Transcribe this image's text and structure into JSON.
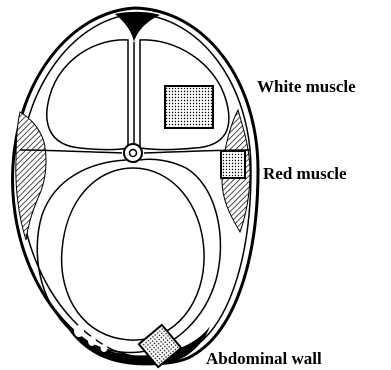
{
  "labels": {
    "white_muscle": "White muscle",
    "red_muscle": "Red muscle",
    "abdominal_wall": "Abdominal wall"
  },
  "colors": {
    "ink": "#000000",
    "background": "#ffffff",
    "sample_fill": "#d9d9d9"
  }
}
